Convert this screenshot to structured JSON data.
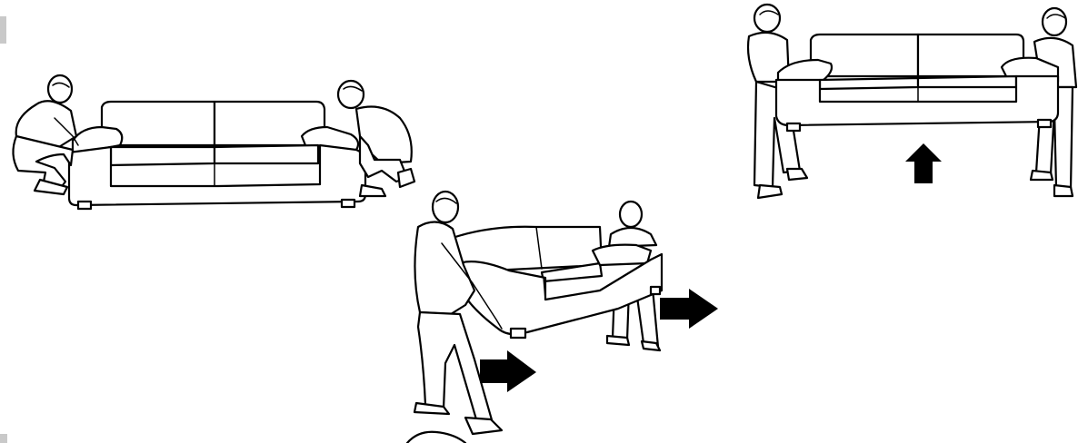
{
  "figure": {
    "steps": [
      {
        "stage": "crouch-and-grip",
        "people": 2,
        "icon": "sofa-icon"
      },
      {
        "stage": "carry-forward",
        "people": 2,
        "icon": "sofa-icon",
        "arrows": [
          "arrow-right-icon",
          "arrow-right-icon"
        ]
      },
      {
        "stage": "lift-up",
        "people": 2,
        "icon": "sofa-icon",
        "arrows": [
          "arrow-up-icon"
        ]
      }
    ],
    "colors": {
      "ink": "#000000",
      "background": "#ffffff",
      "tab": "#c9c9c9"
    }
  }
}
